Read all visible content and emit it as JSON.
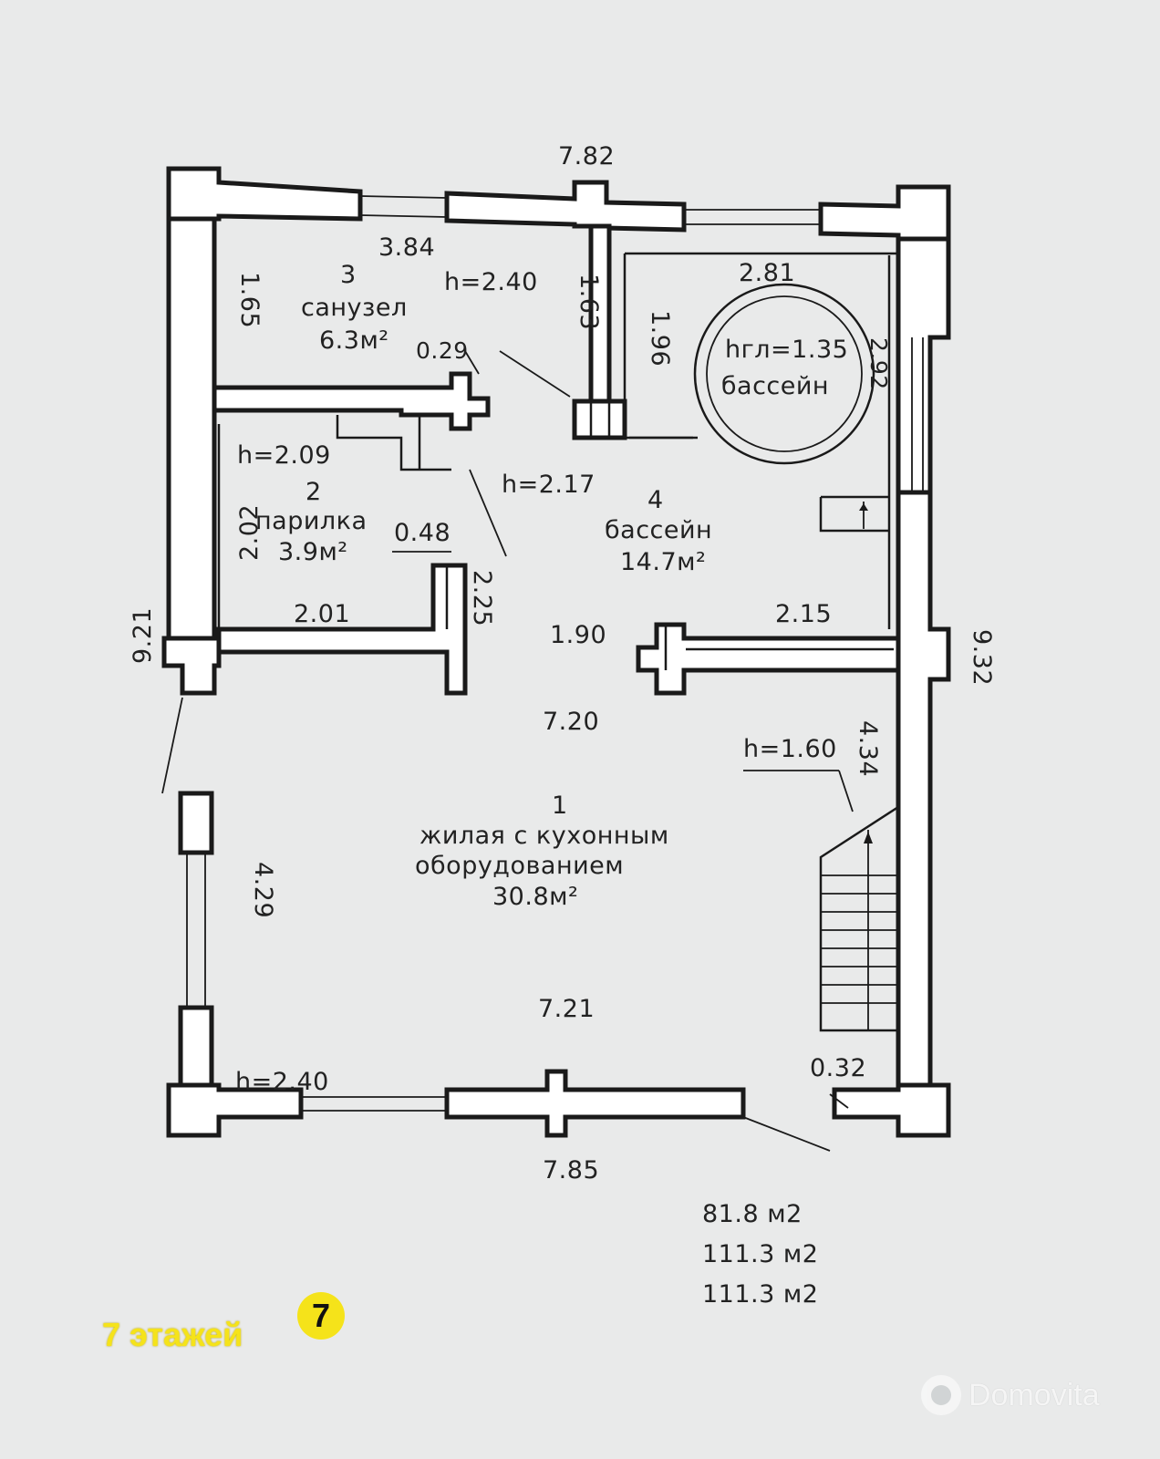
{
  "plan": {
    "dimensions": {
      "top_overall": "7.82",
      "bottom_overall": "7.85",
      "left_overall": "9.21",
      "right_overall": "9.32",
      "wc_width": "3.84",
      "wc_height": "1.65",
      "wc_side": "1.63",
      "wall_029": "0.29",
      "pool_room_width": "2.81",
      "pool_room_side": "1.96",
      "pool_dim": "2.92",
      "sauna_height": "2.02",
      "sauna_width": "2.01",
      "wall_048": "0.48",
      "corridor_225": "2.25",
      "corridor_190": "1.90",
      "pool_bottom": "2.15",
      "living_top": "7.20",
      "living_bottom": "7.21",
      "left_window": "4.29",
      "stairs_len": "4.34",
      "wall_032": "0.32"
    },
    "heights": {
      "wc": "h=2.40",
      "pool_depth": "hгл=1.35",
      "sauna": "h=2.09",
      "pool_room": "h=2.17",
      "stairs": "h=1.60",
      "living": "h=2.40"
    },
    "rooms": [
      {
        "number": "3",
        "name": "санузел",
        "area": "6.3м²"
      },
      {
        "number": "2",
        "name": "парилка",
        "area": "3.9м²"
      },
      {
        "number": "4",
        "name": "бассейн",
        "area": "14.7м²"
      },
      {
        "number": "1",
        "name_line1": "жилая с кухонным",
        "name_line2": "оборудованием",
        "area": "30.8м²"
      }
    ],
    "pool_label": "бассейн"
  },
  "totals": [
    "81.8 м2",
    "111.3 м2",
    "111.3 м2"
  ],
  "badge": {
    "floors": "7 этажей",
    "logo_glyph": "7"
  },
  "watermark": {
    "brand": "Domovita"
  }
}
